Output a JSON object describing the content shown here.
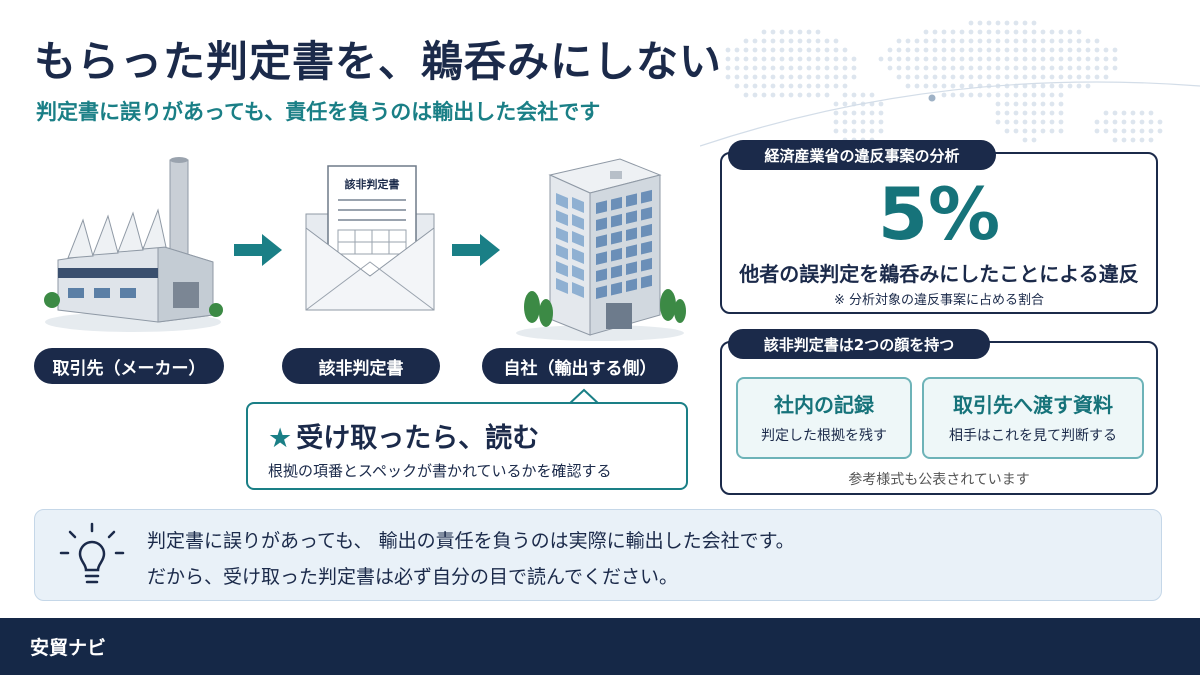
{
  "header": {
    "title": "もらった判定書を、鵜呑みにしない",
    "subtitle": "判定書に誤りがあっても、責任を負うのは輸出した会社です"
  },
  "flow": {
    "document_label": "該非判定書",
    "steps": [
      {
        "label": "取引先（メーカー）",
        "icon": "factory-icon"
      },
      {
        "label": "該非判定書",
        "icon": "envelope-document-icon"
      },
      {
        "label": "自社（輸出する側）",
        "icon": "office-building-icon"
      }
    ]
  },
  "callout": {
    "star": "★",
    "title": "受け取ったら、読む",
    "body": "根拠の項番とスペックが書かれているかを確認する"
  },
  "analysis": {
    "tag": "経済産業省の違反事案の分析",
    "number": "5%",
    "description": "他者の誤判定を鵜呑みにしたことによる違反",
    "note": "※ 分析対象の違反事案に占める割合"
  },
  "faces": {
    "tag": "該非判定書は2つの顔を持つ",
    "items": [
      {
        "title": "社内の記録",
        "desc": "判定した根拠を残す"
      },
      {
        "title": "取引先へ渡す資料",
        "desc": "相手はこれを見て判断する"
      }
    ],
    "note": "参考様式も公表されています"
  },
  "info": {
    "icon": "lightbulb-icon",
    "line1": "判定書に誤りがあっても、 輸出の責任を負うのは実際に輸出した会社です。",
    "line2": "だから、受け取った判定書は必ず自分の目で読んでください。"
  },
  "footer": {
    "brand": "安貿ナビ"
  },
  "colors": {
    "navy": "#1b2a4a",
    "teal": "#1a7f86",
    "light_blue": "#e9f1f8",
    "footer": "#152847"
  }
}
